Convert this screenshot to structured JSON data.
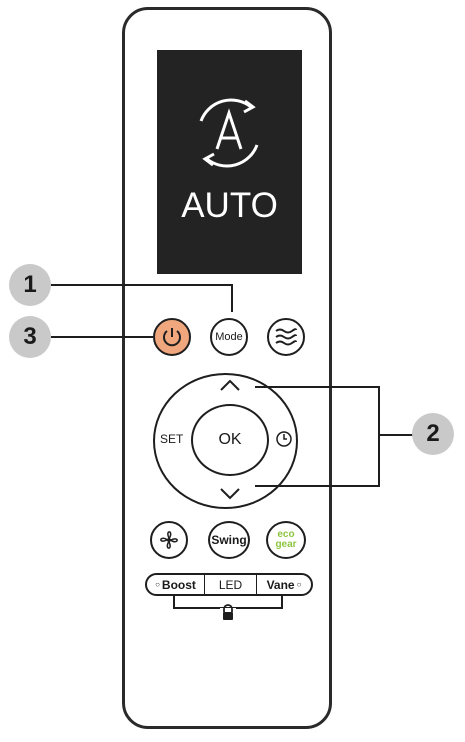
{
  "display": {
    "mode_text": "AUTO",
    "mode_icon": "auto-mode-icon"
  },
  "buttons": {
    "power_icon": "power-icon",
    "mode": "Mode",
    "fan_speed_icon": "airflow-icon",
    "set": "SET",
    "ok": "OK",
    "timer_icon": "clock-icon",
    "up_icon": "chevron-up-icon",
    "down_icon": "chevron-down-icon",
    "fan_icon": "fan-icon",
    "swing": "Swing",
    "eco_gear_line1": "eco",
    "eco_gear_line2": "gear"
  },
  "pill": {
    "boost": "Boost",
    "led": "LED",
    "vane": "Vane"
  },
  "callouts": [
    "1",
    "2",
    "3"
  ],
  "colors": {
    "screen": "#222322",
    "power_accent": "#f0a77e",
    "eco_green": "#8cc63f",
    "callout": "#c9c9c9"
  }
}
